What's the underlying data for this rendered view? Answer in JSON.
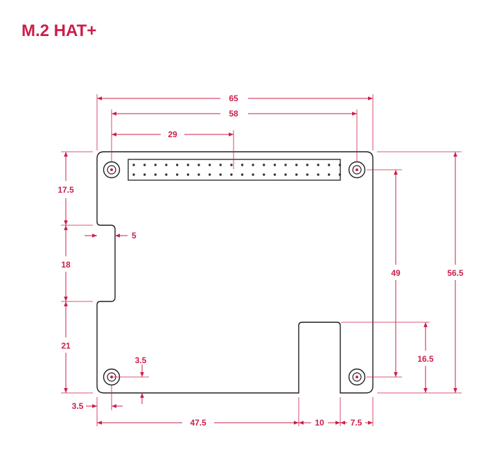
{
  "title": "M.2 HAT+",
  "dimensions": {
    "width_total": "65",
    "hole_spacing_x": "58",
    "header_center": "29",
    "top_to_cutout": "17.5",
    "cutout_height": "18",
    "cutout_to_bottom": "21",
    "cutout_depth": "5",
    "hole_spacing_y": "49",
    "height_total": "56.5",
    "hole_from_bottom": "3.5",
    "slot_height": "16.5",
    "hole_from_left": "3.5",
    "to_slot": "47.5",
    "slot_width": "10",
    "slot_to_right": "7.5"
  },
  "colors": {
    "accent": "#cc1e4a",
    "outline": "#1e1e1e",
    "ghost": "#cfcfcf"
  }
}
